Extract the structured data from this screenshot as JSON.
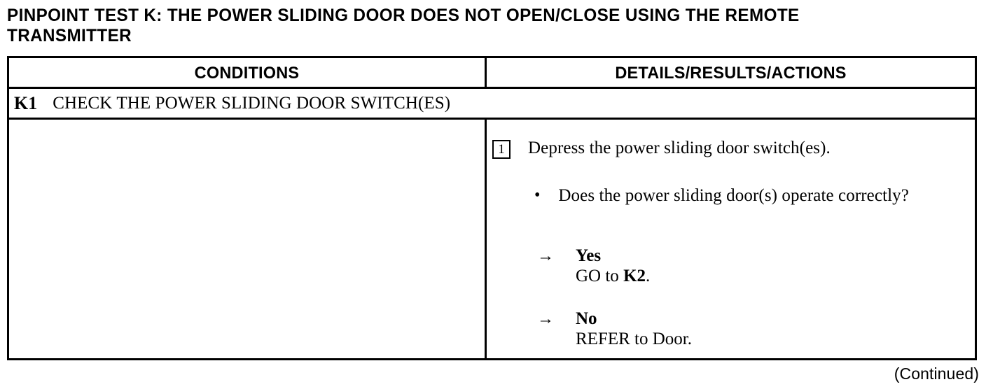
{
  "document": {
    "title": "PINPOINT TEST K: THE POWER SLIDING DOOR DOES NOT OPEN/CLOSE USING THE REMOTE TRANSMITTER",
    "footer_note": "(Continued)"
  },
  "table": {
    "headers": {
      "conditions": "CONDITIONS",
      "details": "DETAILS/RESULTS/ACTIONS"
    },
    "step": {
      "id": "K1",
      "title": "CHECK THE POWER SLIDING DOOR SWITCH(ES)"
    },
    "conditions_cell": {
      "content": ""
    },
    "details_cell": {
      "step_marker": "1",
      "instruction": "Depress the power sliding door switch(es).",
      "question_bullet": "•",
      "question": "Does the power sliding door(s) operate correctly?",
      "branches": [
        {
          "arrow": "→",
          "label": "Yes",
          "action_prefix": "GO to ",
          "action_target": "K2",
          "action_suffix": "."
        },
        {
          "arrow": "→",
          "label": "No",
          "action_prefix": "REFER to Door",
          "action_target": "",
          "action_suffix": "."
        }
      ]
    }
  },
  "colors": {
    "ink": "#000000",
    "paper": "#ffffff"
  }
}
